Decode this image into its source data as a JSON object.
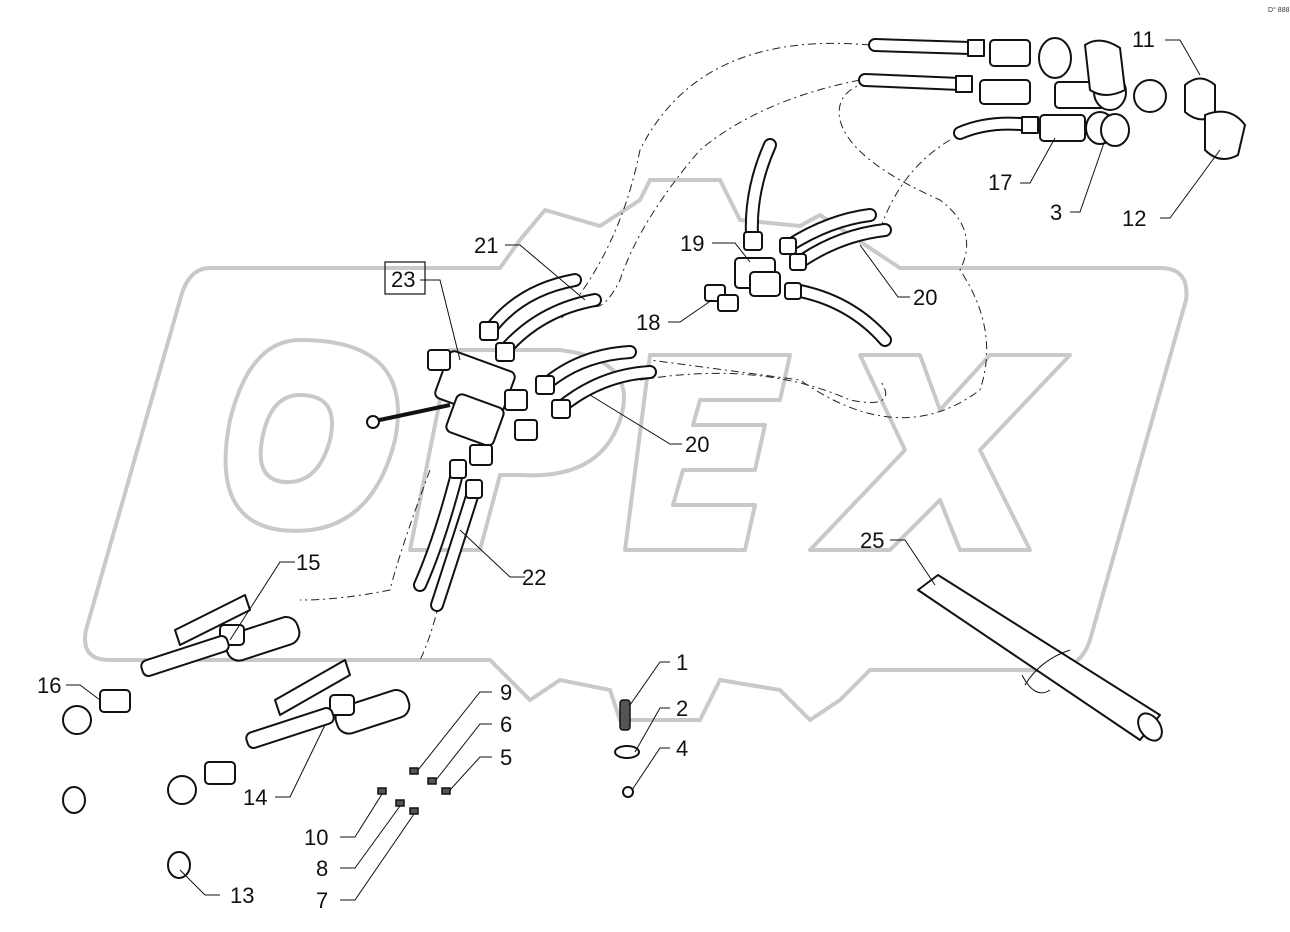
{
  "corner_code": "D° 888",
  "watermark": {
    "letters": [
      "O",
      "P",
      "E",
      "X"
    ]
  },
  "callouts": [
    {
      "id": "11",
      "label": "11"
    },
    {
      "id": "17",
      "label": "17"
    },
    {
      "id": "3",
      "label": "3"
    },
    {
      "id": "12",
      "label": "12"
    },
    {
      "id": "19",
      "label": "19"
    },
    {
      "id": "21",
      "label": "21"
    },
    {
      "id": "23",
      "label": "23",
      "boxed": true
    },
    {
      "id": "20a",
      "label": "20"
    },
    {
      "id": "18",
      "label": "18"
    },
    {
      "id": "20b",
      "label": "20"
    },
    {
      "id": "22",
      "label": "22"
    },
    {
      "id": "25",
      "label": "25"
    },
    {
      "id": "15",
      "label": "15"
    },
    {
      "id": "16",
      "label": "16"
    },
    {
      "id": "14",
      "label": "14"
    },
    {
      "id": "13",
      "label": "13"
    },
    {
      "id": "1",
      "label": "1"
    },
    {
      "id": "2",
      "label": "2"
    },
    {
      "id": "4",
      "label": "4"
    },
    {
      "id": "9",
      "label": "9"
    },
    {
      "id": "6",
      "label": "6"
    },
    {
      "id": "5",
      "label": "5"
    },
    {
      "id": "10",
      "label": "10"
    },
    {
      "id": "8",
      "label": "8"
    },
    {
      "id": "7",
      "label": "7"
    }
  ]
}
